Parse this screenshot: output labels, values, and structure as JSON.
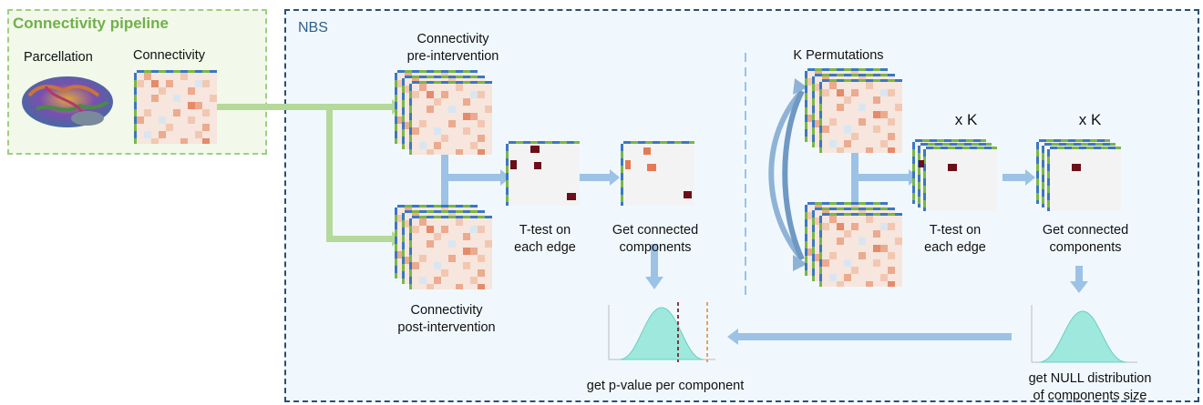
{
  "connectivity_pipeline": {
    "title": "Connectivity pipeline",
    "parcellation_label": "Parcellation",
    "connectivity_label": "Connectivity"
  },
  "nbs": {
    "title": "NBS",
    "pre_label": [
      "Connectivity",
      "pre-intervention"
    ],
    "post_label": [
      "Connectivity",
      "post-intervention"
    ],
    "ttest_label": [
      "T-test  on",
      "each edge"
    ],
    "components_label": [
      "Get connected",
      "components"
    ],
    "pvalue_label": "get p-value per component",
    "permutations_label": "K Permutations",
    "times_k": "x K",
    "ttest_label_perm": [
      "T-test  on",
      "each edge"
    ],
    "components_label_perm": [
      "Get connected",
      "components"
    ],
    "null_label": [
      "get NULL distribution",
      "of components size"
    ]
  },
  "colors": {
    "green_arrow": "#b5d99a",
    "blue_arrow": "#9cc2e6",
    "dashed_green": "#7ab648",
    "dashed_blue": "#3a78c2",
    "dark_red": "#6b0f1a",
    "orange_red": "#e47a55",
    "histogram": "#9ee8dd"
  },
  "icons": [
    "brain-icon",
    "connectivity-matrix-icon",
    "histogram-icon",
    "arrow-icon"
  ]
}
